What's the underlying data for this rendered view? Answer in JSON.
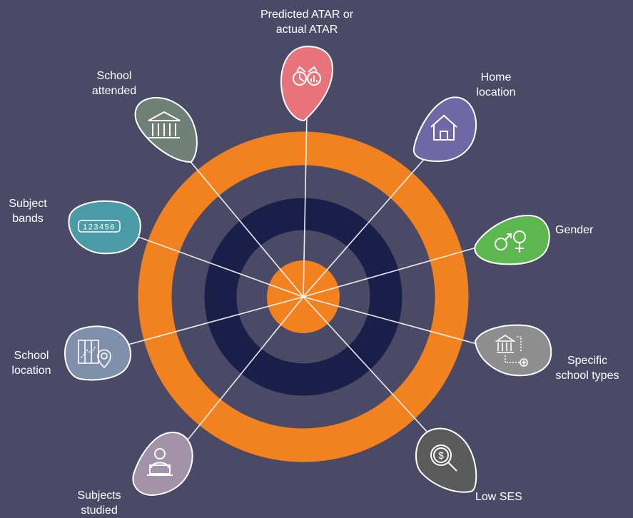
{
  "colors": {
    "background": "#4a4a66",
    "outer_ring": "#f28120",
    "inner_ring": "#1a1f4a",
    "center": "#f28120",
    "spokes": "#ffffff"
  },
  "factors": [
    {
      "id": "atar",
      "lines": [
        "Predicted ATAR or",
        "actual ATAR"
      ],
      "icon": "binoculars-chart-icon",
      "color": "#e8737a"
    },
    {
      "id": "home",
      "lines": [
        "Home",
        "location"
      ],
      "icon": "house-icon",
      "color": "#6f67a6"
    },
    {
      "id": "gender",
      "lines": [
        "Gender"
      ],
      "icon": "gender-symbols-icon",
      "color": "#5cb84e"
    },
    {
      "id": "school-types",
      "lines": [
        "Specific",
        "school types"
      ],
      "icon": "school-add-icon",
      "color": "#8e8e8e"
    },
    {
      "id": "low-ses",
      "lines": [
        "Low SES"
      ],
      "icon": "dollar-search-icon",
      "color": "#5b5b5b"
    },
    {
      "id": "subjects",
      "lines": [
        "Subjects",
        "studied"
      ],
      "icon": "person-laptop-icon",
      "color": "#a393a8"
    },
    {
      "id": "school-location",
      "lines": [
        "School",
        "location"
      ],
      "icon": "map-pin-icon",
      "color": "#7e90ac"
    },
    {
      "id": "bands",
      "lines": [
        "Subject",
        "bands"
      ],
      "icon": "numbers-123456-icon",
      "color": "#4b9ba6"
    },
    {
      "id": "school-attended",
      "lines": [
        "School",
        "attended"
      ],
      "icon": "school-building-icon",
      "color": "#6f8078"
    }
  ],
  "band_numbers": "123456"
}
